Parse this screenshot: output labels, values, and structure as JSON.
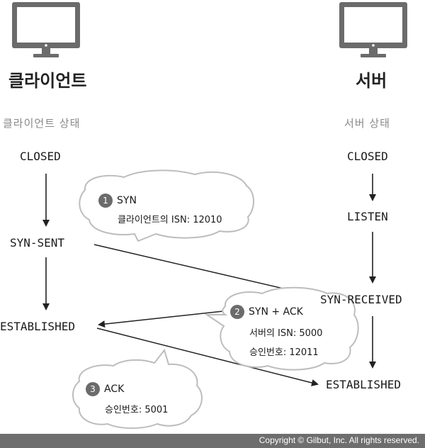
{
  "actors": {
    "client": {
      "label": "클라이언트",
      "icon": "monitor-icon"
    },
    "server": {
      "label": "서버",
      "icon": "monitor-icon"
    }
  },
  "client_states": {
    "title": "클라이언트 상태",
    "items": [
      "CLOSED",
      "SYN-SENT",
      "ESTABLISHED"
    ]
  },
  "server_states": {
    "title": "서버 상태",
    "items": [
      "CLOSED",
      "LISTEN",
      "SYN-RECEIVED",
      "ESTABLISHED"
    ]
  },
  "messages": [
    {
      "number": "1",
      "title": "SYN",
      "lines": [
        "클라이언트의 ISN: 12010"
      ]
    },
    {
      "number": "2",
      "title": "SYN + ACK",
      "lines": [
        "서버의 ISN: 5000",
        "승인번호: 12011"
      ]
    },
    {
      "number": "3",
      "title": "ACK",
      "lines": [
        "승인번호: 5001"
      ]
    }
  ],
  "footer": {
    "copyright": "Copyright © Gilbut, Inc. All rights reserved."
  },
  "colors": {
    "bubble_stroke": "#bdbdbd",
    "badge": "#6b6b6b",
    "footer_bg": "#6e6e6e",
    "arrow": "#222222"
  }
}
